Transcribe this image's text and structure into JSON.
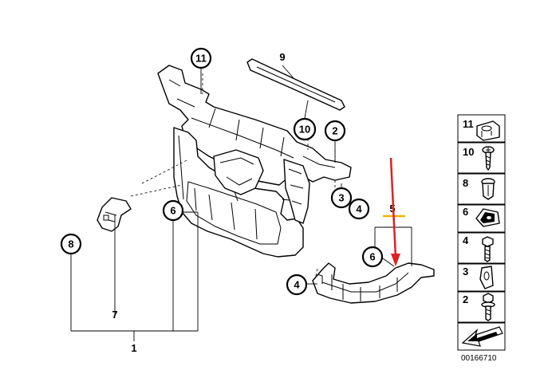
{
  "diagram": {
    "callouts": {
      "c11": "11",
      "c9": "9",
      "c10": "10",
      "c2": "2",
      "c3": "3",
      "c4a": "4",
      "c5": "5",
      "c6a": "6",
      "c6b": "6",
      "c8": "8",
      "c7": "7",
      "c1": "1",
      "c4b": "4"
    },
    "legend": {
      "items": [
        {
          "number": "11",
          "icon": "clip-nut-icon"
        },
        {
          "number": "10",
          "icon": "torx-screw-icon"
        },
        {
          "number": "8",
          "icon": "expanding-rivet-icon"
        },
        {
          "number": "6",
          "icon": "speed-nut-icon"
        },
        {
          "number": "4",
          "icon": "hex-bolt-icon"
        },
        {
          "number": "3",
          "icon": "bracket-clip-icon"
        },
        {
          "number": "2",
          "icon": "flange-bolt-icon"
        }
      ],
      "arrow_icon": "direction-arrow-icon"
    },
    "diagram_id": "00166710",
    "colors": {
      "highlight_arrow": "#e02020",
      "highlight_marker": "#f0b400"
    }
  }
}
